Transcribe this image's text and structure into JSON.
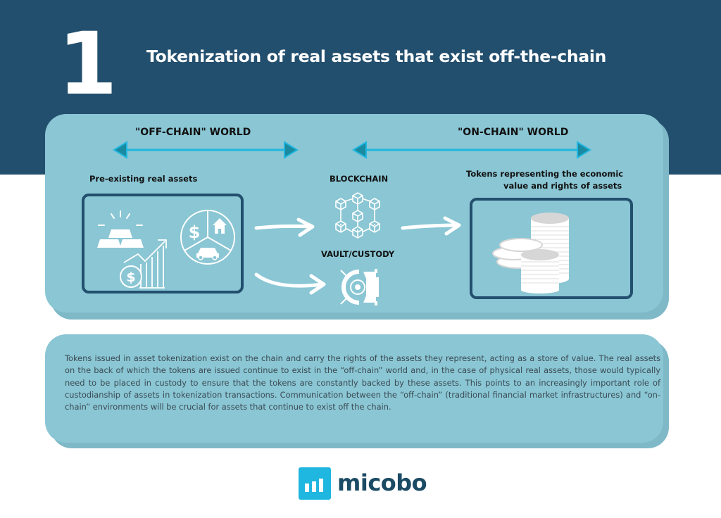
{
  "header": {
    "number": "1",
    "title": "Tokenization of real assets that exist off-the-chain"
  },
  "diagram": {
    "off_chain": {
      "label": "\"OFF-CHAIN\" WORLD",
      "assets_label": "Pre-existing real assets",
      "assets_icons": [
        "gold-bars-icon",
        "growth-chart-icon",
        "dollar-coin-icon",
        "asset-pie-icon"
      ]
    },
    "on_chain": {
      "label": "\"ON-CHAIN\" WORLD",
      "tokens_label_line1": "Tokens representing the economic",
      "tokens_label_line2": "value and rights of assets",
      "tokens_icon": "coin-stacks-icon"
    },
    "blockchain": {
      "label": "BLOCKCHAIN",
      "icon": "blockchain-network-icon"
    },
    "vault": {
      "label": "VAULT/CUSTODY",
      "icon": "vault-icon"
    }
  },
  "description": {
    "text": "Tokens issued in asset tokenization exist on the chain and carry the rights of the assets they represent, acting as a store of value. The real assets on the back of which the tokens are issued continue to exist in the “off-chain” world and, in the case of physical real assets, those would typically need to be placed in custody to ensure that the tokens are constantly backed by these assets. This points to an increasingly important role of custodianship of assets in tokenization transactions. Communication between the “off-chain” (traditional financial market infrastructures) and “on-chain” environments will be crucial for assets that continue to exist off the chain."
  },
  "footer": {
    "logo_text": "micobo"
  },
  "colors": {
    "header_bg": "#234f6e",
    "panel_bg": "#8ac6d4",
    "arrow_line": "#1fb6e0",
    "arrow_head": "#1a8aa0",
    "box_border": "#234f6e",
    "logo_accent": "#1fb6e0",
    "logo_text": "#1b4a64"
  }
}
